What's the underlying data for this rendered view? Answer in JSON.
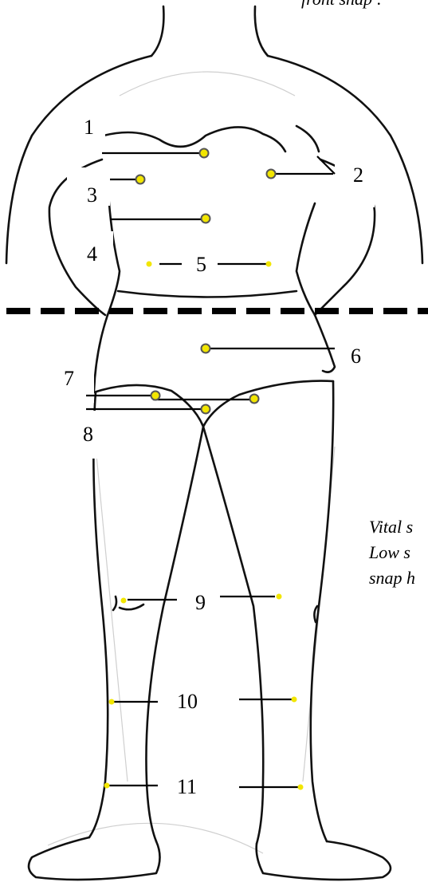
{
  "header_note": "front snap :",
  "side_note": [
    "Vital s",
    "Low s",
    "snap h"
  ],
  "colors": {
    "outline": "#111111",
    "snap_yellow": "#f2e600",
    "snap_ring": "#555555",
    "divider": "#000000"
  },
  "points": [
    {
      "id": "1",
      "label": "1"
    },
    {
      "id": "2",
      "label": "2"
    },
    {
      "id": "3",
      "label": "3"
    },
    {
      "id": "4",
      "label": "4"
    },
    {
      "id": "5",
      "label": "5"
    },
    {
      "id": "6",
      "label": "6"
    },
    {
      "id": "7",
      "label": "7"
    },
    {
      "id": "8",
      "label": "8"
    },
    {
      "id": "9",
      "label": "9"
    },
    {
      "id": "10",
      "label": "10"
    },
    {
      "id": "11",
      "label": "11"
    }
  ]
}
